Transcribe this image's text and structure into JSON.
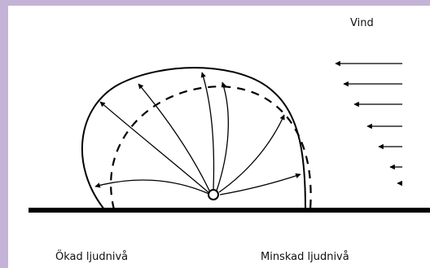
{
  "labels": {
    "wind": "Vind",
    "increased_level": "Ökad ljudnivå",
    "decreased_level": "Minskad ljudnivå"
  },
  "colors": {
    "background_border": "#c4b3d6",
    "canvas": "#ffffff",
    "ink": "#000000"
  }
}
